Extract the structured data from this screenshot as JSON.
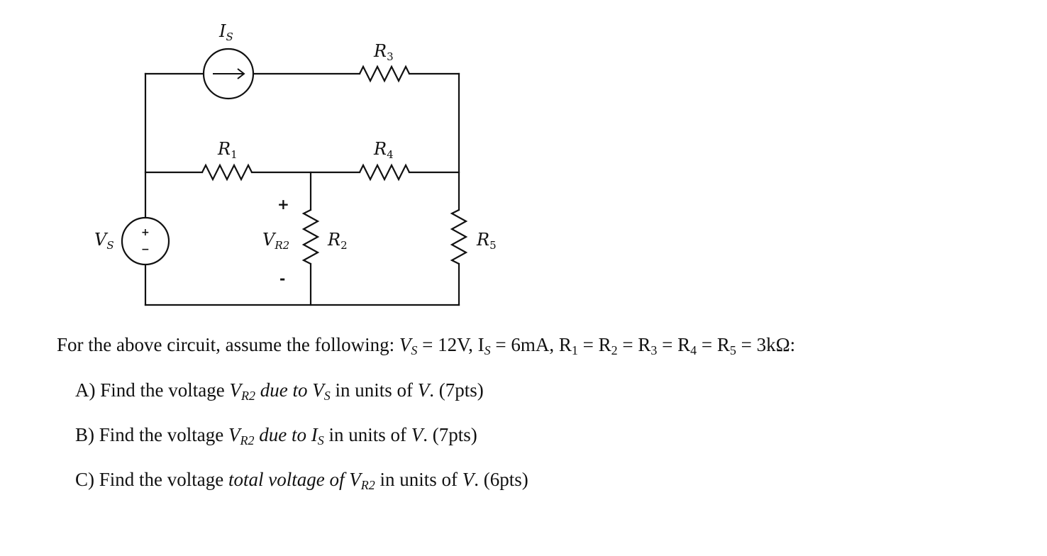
{
  "circuit": {
    "labels": {
      "current_source": {
        "main": "I",
        "sub": "S"
      },
      "voltage_source": {
        "main": "V",
        "sub": "S",
        "plus": "+",
        "minus": "−"
      },
      "r1": {
        "main": "R",
        "sub": "1"
      },
      "r2": {
        "main": "R",
        "sub": "2"
      },
      "r3": {
        "main": "R",
        "sub": "3"
      },
      "r4": {
        "main": "R",
        "sub": "4"
      },
      "r5": {
        "main": "R",
        "sub": "5"
      },
      "vr2": {
        "main": "V",
        "sub": "R2",
        "plus": "+",
        "minus": "-"
      }
    }
  },
  "problem": {
    "intro_prefix": "For the above circuit, assume the following: ",
    "intro_math": "V",
    "intro_math_sub": "S",
    "intro_rest": " = 12V, I",
    "intro_rest_sub": "S",
    "intro_tail": " = 6mA, R",
    "r_sub_1": "1",
    "eq_r2": " = R",
    "r_sub_2": "2",
    "eq_r3": " = R",
    "r_sub_3": "3",
    "eq_r4": " = R",
    "r_sub_4": "4",
    "eq_r5": " = R",
    "r_sub_5": "5",
    "final": " = 3kΩ:",
    "questions": [
      {
        "prefix": "A)  Find the voltage ",
        "math1": "V",
        "math1_sub": "R2",
        "mid": " due to ",
        "math2": "V",
        "math2_sub": "S",
        "suffix": " in units of ",
        "unit": "V",
        "points": ".  (7pts)"
      },
      {
        "prefix": "B)  Find the voltage ",
        "math1": "V",
        "math1_sub": "R2",
        "mid": " due to ",
        "math2": "I",
        "math2_sub": "S",
        "suffix": " in units of ",
        "unit": "V",
        "points": ".  (7pts)"
      },
      {
        "prefix": "C)  Find the voltage ",
        "math1": "total voltage of ",
        "math2": "V",
        "math2_sub": "R2",
        "suffix": " in units of ",
        "unit": "V",
        "points": ".  (6pts)"
      }
    ]
  }
}
